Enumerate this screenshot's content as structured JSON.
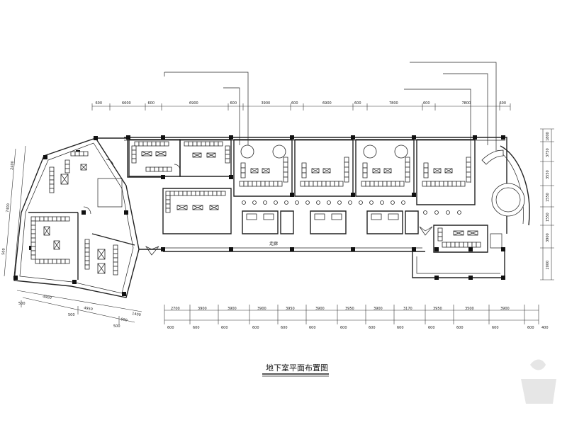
{
  "drawing": {
    "title": "地下室平面布置图"
  },
  "dimensions": {
    "top": [
      "600",
      "6600",
      "600",
      "6900",
      "600",
      "3900",
      "600",
      "6900",
      "600",
      "7800",
      "600",
      "7800",
      "600"
    ],
    "bottom_row1": [
      "2700",
      "3900",
      "3900",
      "3900",
      "3950",
      "3900",
      "3950",
      "3900",
      "3170",
      "3950",
      "3500",
      "3900"
    ],
    "bottom_row2": [
      "600",
      "600",
      "600",
      "600",
      "600",
      "600",
      "600",
      "600",
      "600",
      "600",
      "600",
      "600",
      "600",
      "400"
    ],
    "right": [
      "1800",
      "3750",
      "3550",
      "1550",
      "1550",
      "3900",
      "2000"
    ],
    "left_wing": [
      "2400",
      "7400",
      "500"
    ],
    "wing_bottom": [
      "4900",
      "4950",
      "600",
      "1400"
    ],
    "wing_bottom2": [
      "500",
      "500",
      "500"
    ]
  },
  "annotations": {
    "corridor": "走廊"
  },
  "colors": {
    "line": "#222222",
    "watermark": "#e6e6e6"
  }
}
